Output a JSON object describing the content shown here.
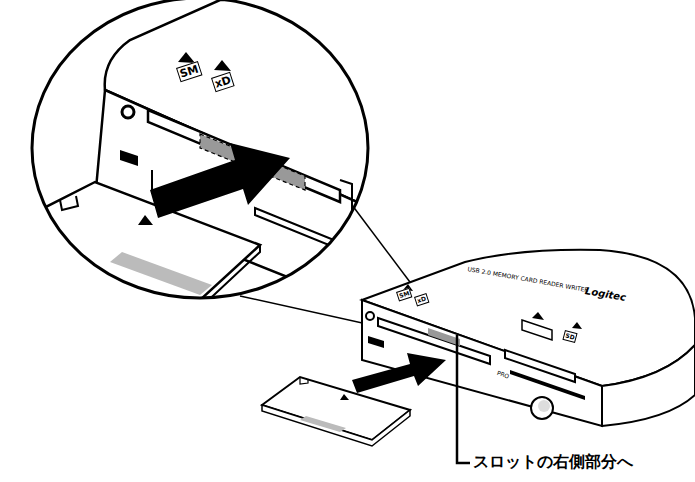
{
  "diagram": {
    "labels": [
      "USB 2.0 MEMORY CARD READER WRITER",
      "Logitec",
      "SM",
      "xD",
      "SM",
      "xD",
      "SD",
      "PRO",
      "スロットの右側部分へ"
    ]
  }
}
